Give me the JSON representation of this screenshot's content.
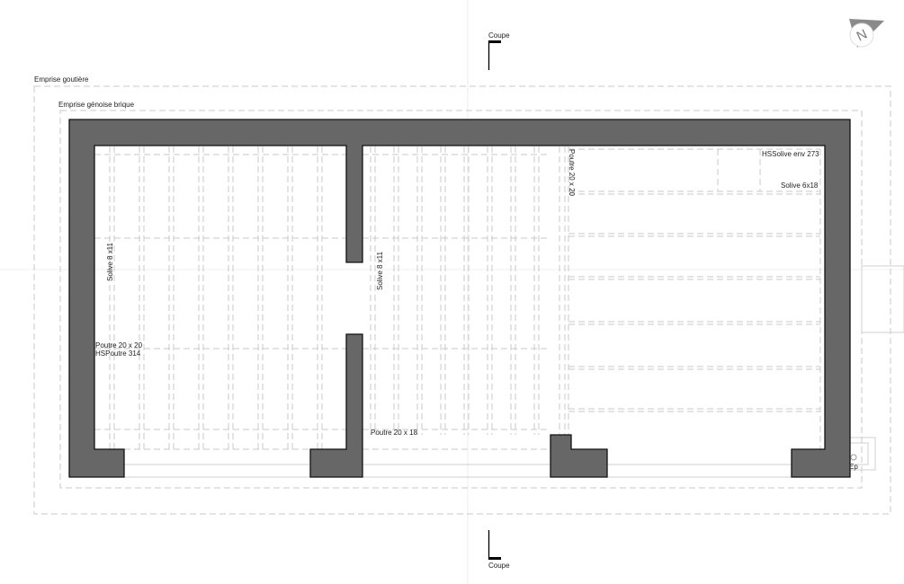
{
  "labels": {
    "section_top": "Coupe",
    "section_bottom": "Coupe",
    "gutter_outline": "Emprise goutière",
    "genoise_outline": "Emprise génoise brique",
    "left_joist": "Solive 8 x11",
    "middle_joist": "Solive 8 x11",
    "left_beam": "Poutre 20 x 20",
    "left_beam_height": "HSPoutre 314",
    "middle_beam": "Poutre 20 x 18",
    "right_beam": "Poutre 20 x 20",
    "right_joist_height": "HSSolive env 273",
    "right_joist": "Solive 6x18",
    "downpipe": "Ep"
  },
  "compass": {
    "letter": "N",
    "icon": "north-arrow-icon"
  },
  "colors": {
    "wall": "#676767",
    "dashed": "#c8c8c8"
  }
}
